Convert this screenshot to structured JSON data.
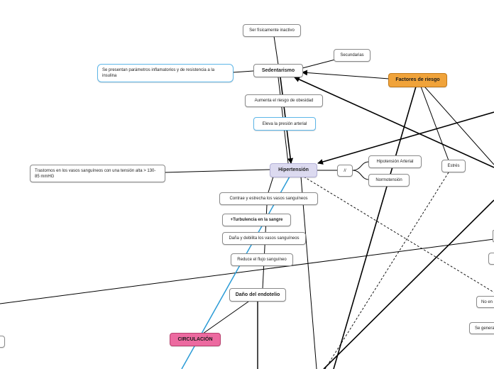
{
  "nodes": {
    "fisicamente_inactivo": "Ser físicamente inactivo",
    "secundarias": "Secundarias",
    "sedentarismo": "Sedentarismo",
    "parametros_inflamatorios": "Se presentan parámetros inflamatorios y de resistencia a la insulina",
    "factores_riesgo": "Factores de riesgo",
    "obesidad": "Aumenta el riesgo de obesidad",
    "eleva_presion": "Eleva la presión arterial",
    "hipertension": "Hipertensión",
    "trastornos_vasos": "Trastornos en los vasos sanguíneos con una tensión alta > 130-85 mmHG",
    "separator": "//",
    "hipotension": "Hipotensión Arterial",
    "normotension": "Normotensión",
    "estres": "Estrés",
    "contrae_vasos": "Contrae y estrecha los vasos sanguíneos",
    "turbulencia": "+Turbulencia en la sangre",
    "dana_vasos": "Daña y debilita los vasos sanguíneos",
    "reduce_flujo": "Reduce el flujo sanguíneo",
    "dano_endotelio": "Daño del endotelio",
    "circulacion": "CIRCULACIÓN",
    "no_en": "No en",
    "se_genera": "Se genera"
  },
  "colors": {
    "orange": "#f0a33a",
    "lavender": "#dcdaf0",
    "pink": "#ec6aa0",
    "blue_link": "#2a9bd6",
    "node_blue_border": "#5db6e8"
  }
}
